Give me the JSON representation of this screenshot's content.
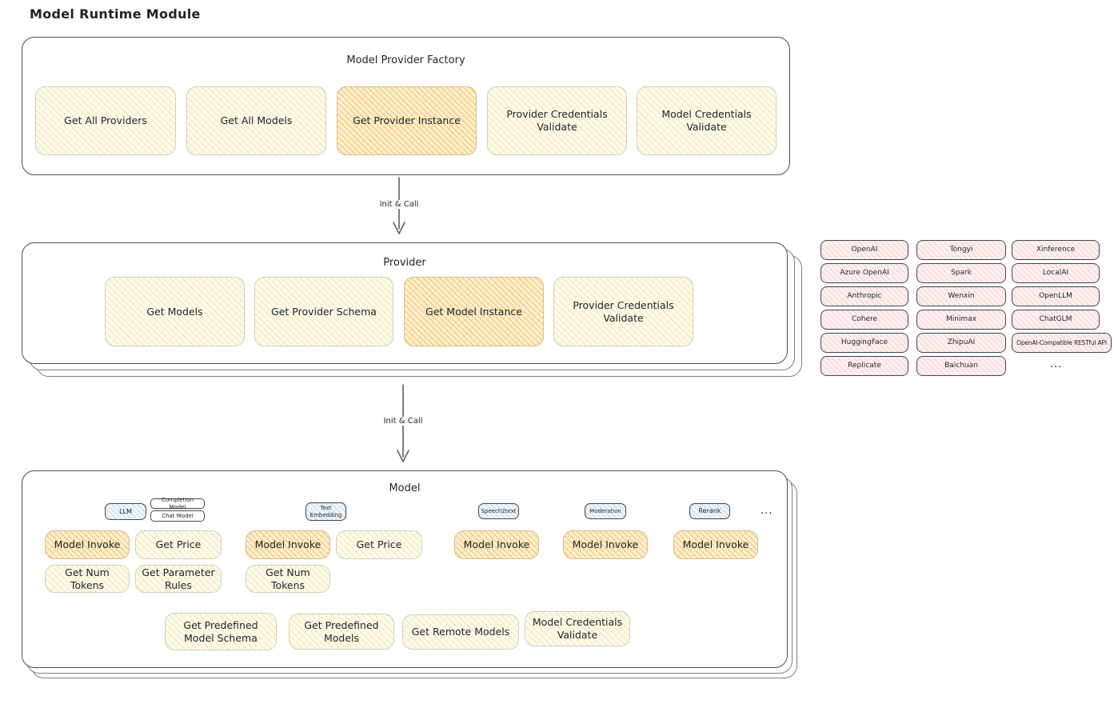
{
  "page_title": "Model Runtime Module",
  "colors": {
    "yellow_fill": "#fefcf0",
    "orange_fill": "#fdf2d8",
    "pink_fill": "#fdf1f0",
    "blue_fill": "#f0f7fc",
    "panel_border": "#494c52",
    "text": "#1f2328"
  },
  "factory": {
    "title": "Model Provider Factory",
    "buttons": [
      {
        "label": "Get All Providers"
      },
      {
        "label": "Get All Models"
      },
      {
        "label": "Get Provider Instance"
      },
      {
        "label": "Provider Credentials Validate"
      },
      {
        "label": "Model Credentials Validate"
      }
    ]
  },
  "arrows": [
    {
      "label": "Init & Call"
    },
    {
      "label": "Init & Call"
    }
  ],
  "provider": {
    "title": "Provider",
    "buttons": [
      {
        "label": "Get Models"
      },
      {
        "label": "Get Provider Schema"
      },
      {
        "label": "Get Model Instance"
      },
      {
        "label": "Provider Credentials Validate"
      }
    ]
  },
  "provider_catalog": {
    "columns": [
      {
        "items": [
          "OpenAI",
          "Azure OpenAI",
          "Anthropic",
          "Cohere",
          "HuggingFace",
          "Replicate"
        ]
      },
      {
        "items": [
          "Tongyi",
          "Spark",
          "Wenxin",
          "Minimax",
          "ZhipuAI",
          "Baichuan"
        ]
      },
      {
        "items": [
          "Xinference",
          "LocalAI",
          "OpenLLM",
          "ChatGLM",
          "OpenAI-Compatible RESTful API"
        ]
      }
    ],
    "ellipsis": "..."
  },
  "model": {
    "title": "Model",
    "ellipsis": "...",
    "groups": [
      {
        "tag": "LLM",
        "subtags": [
          "Completion Model",
          "Chat Model"
        ],
        "buttons": [
          {
            "label": "Model Invoke"
          },
          {
            "label": "Get Price"
          },
          {
            "label": "Get Num Tokens"
          },
          {
            "label": "Get Parameter Rules"
          }
        ]
      },
      {
        "tag": "Text Embedding",
        "buttons": [
          {
            "label": "Model Invoke"
          },
          {
            "label": "Get Price"
          },
          {
            "label": "Get Num Tokens"
          }
        ]
      },
      {
        "tag": "Speech2text",
        "buttons": [
          {
            "label": "Model Invoke"
          }
        ]
      },
      {
        "tag": "Moderation",
        "buttons": [
          {
            "label": "Model Invoke"
          }
        ]
      },
      {
        "tag": "Rerank",
        "buttons": [
          {
            "label": "Model Invoke"
          }
        ]
      }
    ],
    "bottom_buttons": [
      {
        "label": "Get Predefined Model Schema"
      },
      {
        "label": "Get Predefined Models"
      },
      {
        "label": "Get Remote Models"
      },
      {
        "label": "Model Credentials Validate"
      }
    ]
  }
}
